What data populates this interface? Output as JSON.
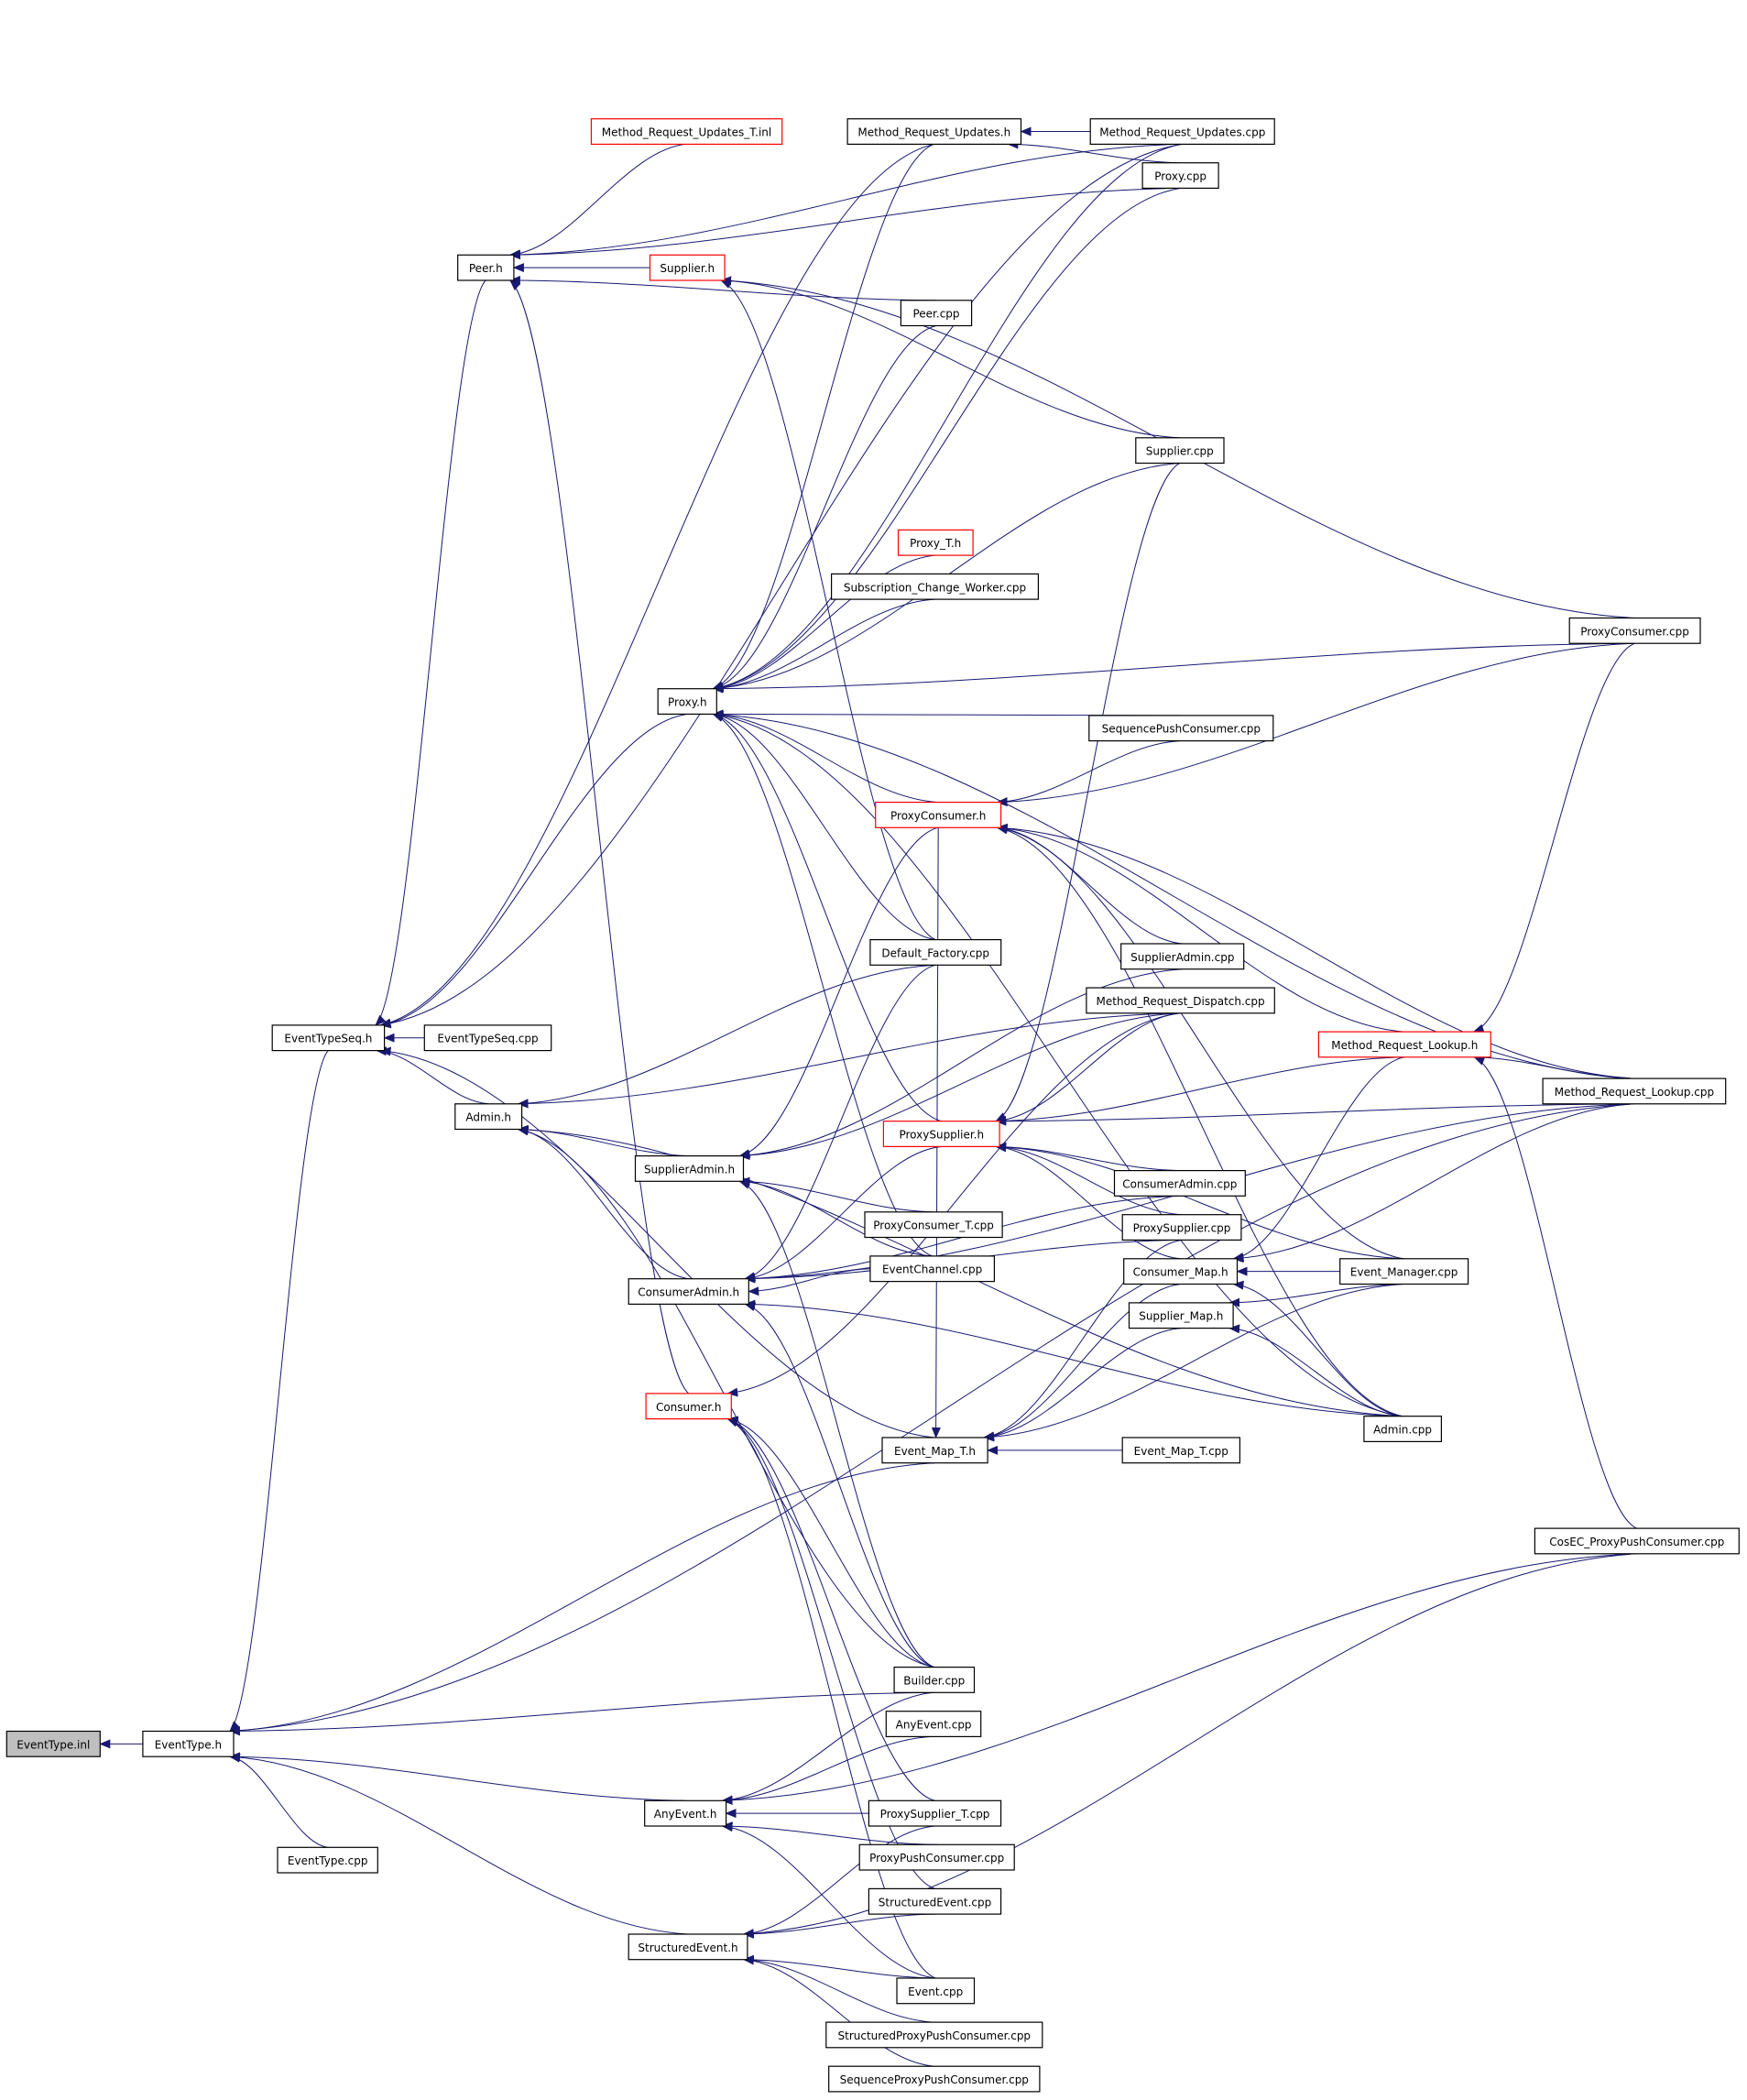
{
  "colors": {
    "edge": "#191970",
    "arrowhead": "#191970",
    "node_border": "#000000",
    "truncated_node_border": "#ff0000",
    "root_node_fill": "#bfbfbf",
    "background": "#ffffff"
  },
  "nodes": [
    {
      "id": "EventType.inl",
      "label": "EventType.inl",
      "style": "root"
    },
    {
      "id": "EventType.h",
      "label": "EventType.h",
      "style": "normal"
    },
    {
      "id": "EventType.cpp",
      "label": "EventType.cpp",
      "style": "normal"
    },
    {
      "id": "EventTypeSeq.h",
      "label": "EventTypeSeq.h",
      "style": "normal"
    },
    {
      "id": "EventTypeSeq.cpp",
      "label": "EventTypeSeq.cpp",
      "style": "normal"
    },
    {
      "id": "Peer.h",
      "label": "Peer.h",
      "style": "normal"
    },
    {
      "id": "Admin.h",
      "label": "Admin.h",
      "style": "normal"
    },
    {
      "id": "Method_Request_Updates_T.inl",
      "label": "Method_Request_Updates_T.inl",
      "style": "truncated"
    },
    {
      "id": "Supplier.h",
      "label": "Supplier.h",
      "style": "truncated"
    },
    {
      "id": "Method_Request_Updates.h",
      "label": "Method_Request_Updates.h",
      "style": "normal"
    },
    {
      "id": "Method_Request_Updates.cpp",
      "label": "Method_Request_Updates.cpp",
      "style": "normal"
    },
    {
      "id": "Proxy.cpp",
      "label": "Proxy.cpp",
      "style": "normal"
    },
    {
      "id": "Peer.cpp",
      "label": "Peer.cpp",
      "style": "normal"
    },
    {
      "id": "Supplier.cpp",
      "label": "Supplier.cpp",
      "style": "normal"
    },
    {
      "id": "Proxy_T.h",
      "label": "Proxy_T.h",
      "style": "truncated"
    },
    {
      "id": "Subscription_Change_Worker.cpp",
      "label": "Subscription_Change_Worker.cpp",
      "style": "normal"
    },
    {
      "id": "ProxyConsumer.cpp",
      "label": "ProxyConsumer.cpp",
      "style": "normal"
    },
    {
      "id": "Proxy.h",
      "label": "Proxy.h",
      "style": "normal"
    },
    {
      "id": "SequencePushConsumer.cpp",
      "label": "SequencePushConsumer.cpp",
      "style": "normal"
    },
    {
      "id": "ProxyConsumer.h",
      "label": "ProxyConsumer.h",
      "style": "truncated"
    },
    {
      "id": "Default_Factory.cpp",
      "label": "Default_Factory.cpp",
      "style": "normal"
    },
    {
      "id": "SupplierAdmin.cpp",
      "label": "SupplierAdmin.cpp",
      "style": "normal"
    },
    {
      "id": "Method_Request_Dispatch.cpp",
      "label": "Method_Request_Dispatch.cpp",
      "style": "normal"
    },
    {
      "id": "Method_Request_Lookup.h",
      "label": "Method_Request_Lookup.h",
      "style": "truncated"
    },
    {
      "id": "Method_Request_Lookup.cpp",
      "label": "Method_Request_Lookup.cpp",
      "style": "normal"
    },
    {
      "id": "ProxySupplier.h",
      "label": "ProxySupplier.h",
      "style": "truncated"
    },
    {
      "id": "SupplierAdmin.h",
      "label": "SupplierAdmin.h",
      "style": "normal"
    },
    {
      "id": "ConsumerAdmin.cpp",
      "label": "ConsumerAdmin.cpp",
      "style": "normal"
    },
    {
      "id": "ProxyConsumer_T.cpp",
      "label": "ProxyConsumer_T.cpp",
      "style": "normal"
    },
    {
      "id": "ProxySupplier.cpp",
      "label": "ProxySupplier.cpp",
      "style": "normal"
    },
    {
      "id": "ConsumerAdmin.h",
      "label": "ConsumerAdmin.h",
      "style": "normal"
    },
    {
      "id": "EventChannel.cpp",
      "label": "EventChannel.cpp",
      "style": "normal"
    },
    {
      "id": "Consumer_Map.h",
      "label": "Consumer_Map.h",
      "style": "normal"
    },
    {
      "id": "Event_Manager.cpp",
      "label": "Event_Manager.cpp",
      "style": "normal"
    },
    {
      "id": "Supplier_Map.h",
      "label": "Supplier_Map.h",
      "style": "normal"
    },
    {
      "id": "Consumer.h",
      "label": "Consumer.h",
      "style": "truncated"
    },
    {
      "id": "Admin.cpp",
      "label": "Admin.cpp",
      "style": "normal"
    },
    {
      "id": "Event_Map_T.h",
      "label": "Event_Map_T.h",
      "style": "normal"
    },
    {
      "id": "Event_Map_T.cpp",
      "label": "Event_Map_T.cpp",
      "style": "normal"
    },
    {
      "id": "CosEC_ProxyPushConsumer.cpp",
      "label": "CosEC_ProxyPushConsumer.cpp",
      "style": "normal"
    },
    {
      "id": "Builder.cpp",
      "label": "Builder.cpp",
      "style": "normal"
    },
    {
      "id": "AnyEvent.cpp",
      "label": "AnyEvent.cpp",
      "style": "normal"
    },
    {
      "id": "AnyEvent.h",
      "label": "AnyEvent.h",
      "style": "normal"
    },
    {
      "id": "ProxySupplier_T.cpp",
      "label": "ProxySupplier_T.cpp",
      "style": "normal"
    },
    {
      "id": "ProxyPushConsumer.cpp",
      "label": "ProxyPushConsumer.cpp",
      "style": "normal"
    },
    {
      "id": "StructuredEvent.cpp",
      "label": "StructuredEvent.cpp",
      "style": "normal"
    },
    {
      "id": "StructuredEvent.h",
      "label": "StructuredEvent.h",
      "style": "normal"
    },
    {
      "id": "Event.cpp",
      "label": "Event.cpp",
      "style": "normal"
    },
    {
      "id": "StructuredProxyPushConsumer.cpp",
      "label": "StructuredProxyPushConsumer.cpp",
      "style": "normal"
    },
    {
      "id": "SequenceProxyPushConsumer.cpp",
      "label": "SequenceProxyPushConsumer.cpp",
      "style": "normal"
    }
  ],
  "edges": [
    [
      "EventType.h",
      "EventType.inl"
    ],
    [
      "EventType.cpp",
      "EventType.h"
    ],
    [
      "EventTypeSeq.h",
      "EventType.h"
    ],
    [
      "Event_Map_T.h",
      "EventType.h"
    ],
    [
      "Builder.cpp",
      "EventType.h"
    ],
    [
      "AnyEvent.h",
      "EventType.h"
    ],
    [
      "StructuredEvent.h",
      "EventType.h"
    ],
    [
      "Method_Request_Lookup.cpp",
      "EventType.h"
    ],
    [
      "EventTypeSeq.cpp",
      "EventTypeSeq.h"
    ],
    [
      "Admin.h",
      "EventTypeSeq.h"
    ],
    [
      "Peer.h",
      "EventTypeSeq.h"
    ],
    [
      "Proxy.h",
      "EventTypeSeq.h"
    ],
    [
      "Method_Request_Updates.h",
      "EventTypeSeq.h"
    ],
    [
      "Method_Request_Updates.cpp",
      "EventTypeSeq.h"
    ],
    [
      "Event_Map_T.h",
      "EventTypeSeq.h"
    ],
    [
      "Method_Request_Updates_T.inl",
      "Peer.h"
    ],
    [
      "Supplier.h",
      "Peer.h"
    ],
    [
      "Peer.cpp",
      "Peer.h"
    ],
    [
      "Proxy.cpp",
      "Peer.h"
    ],
    [
      "Method_Request_Updates.cpp",
      "Peer.h"
    ],
    [
      "Consumer.h",
      "Peer.h"
    ],
    [
      "Method_Request_Updates.cpp",
      "Method_Request_Updates.h"
    ],
    [
      "Proxy.cpp",
      "Method_Request_Updates.h"
    ],
    [
      "Supplier.cpp",
      "Supplier.h"
    ],
    [
      "ProxyConsumer.cpp",
      "Supplier.h"
    ],
    [
      "Default_Factory.cpp",
      "Supplier.h"
    ],
    [
      "Method_Request_Updates.h",
      "Proxy.h"
    ],
    [
      "Method_Request_Updates.cpp",
      "Proxy.h"
    ],
    [
      "Proxy.cpp",
      "Proxy.h"
    ],
    [
      "Peer.cpp",
      "Proxy.h"
    ],
    [
      "Supplier.cpp",
      "Proxy.h"
    ],
    [
      "Proxy_T.h",
      "Proxy.h"
    ],
    [
      "Subscription_Change_Worker.cpp",
      "Proxy.h"
    ],
    [
      "ProxyConsumer.cpp",
      "Proxy.h"
    ],
    [
      "SequencePushConsumer.cpp",
      "Proxy.h"
    ],
    [
      "ProxyConsumer.h",
      "Proxy.h"
    ],
    [
      "Default_Factory.cpp",
      "Proxy.h"
    ],
    [
      "ProxySupplier.h",
      "Proxy.h"
    ],
    [
      "EventChannel.cpp",
      "Proxy.h"
    ],
    [
      "Admin.cpp",
      "Proxy.h"
    ],
    [
      "Method_Request_Lookup.cpp",
      "Proxy.h"
    ],
    [
      "SequencePushConsumer.cpp",
      "ProxyConsumer.h"
    ],
    [
      "ProxyConsumer.cpp",
      "ProxyConsumer.h"
    ],
    [
      "SupplierAdmin.cpp",
      "ProxyConsumer.h"
    ],
    [
      "Method_Request_Lookup.h",
      "ProxyConsumer.h"
    ],
    [
      "Method_Request_Lookup.cpp",
      "ProxyConsumer.h"
    ],
    [
      "Event_Manager.cpp",
      "ProxyConsumer.h"
    ],
    [
      "Admin.cpp",
      "ProxyConsumer.h"
    ],
    [
      "Method_Request_Lookup.cpp",
      "Method_Request_Lookup.h"
    ],
    [
      "ProxyConsumer.cpp",
      "Method_Request_Lookup.h"
    ],
    [
      "CosEC_ProxyPushConsumer.cpp",
      "Method_Request_Lookup.h"
    ],
    [
      "Method_Request_Dispatch.cpp",
      "ProxySupplier.h"
    ],
    [
      "ConsumerAdmin.cpp",
      "ProxySupplier.h"
    ],
    [
      "ProxySupplier.cpp",
      "ProxySupplier.h"
    ],
    [
      "Method_Request_Lookup.cpp",
      "ProxySupplier.h"
    ],
    [
      "Method_Request_Lookup.h",
      "ProxySupplier.h"
    ],
    [
      "Consumer_Map.h",
      "ProxySupplier.h"
    ],
    [
      "Event_Manager.cpp",
      "ProxySupplier.h"
    ],
    [
      "Supplier.cpp",
      "ProxySupplier.h"
    ],
    [
      "Event_Manager.cpp",
      "Consumer_Map.h"
    ],
    [
      "Admin.cpp",
      "Consumer_Map.h"
    ],
    [
      "Method_Request_Lookup.cpp",
      "Consumer_Map.h"
    ],
    [
      "Method_Request_Lookup.h",
      "Consumer_Map.h"
    ],
    [
      "Event_Manager.cpp",
      "Supplier_Map.h"
    ],
    [
      "Admin.cpp",
      "Supplier_Map.h"
    ],
    [
      "Event_Map_T.cpp",
      "Event_Map_T.h"
    ],
    [
      "Consumer_Map.h",
      "Event_Map_T.h"
    ],
    [
      "Supplier_Map.h",
      "Event_Map_T.h"
    ],
    [
      "ProxySupplier.cpp",
      "Event_Map_T.h"
    ],
    [
      "Event_Manager.cpp",
      "Event_Map_T.h"
    ],
    [
      "ProxyConsumer.h",
      "Event_Map_T.h"
    ],
    [
      "SupplierAdmin.h",
      "Admin.h"
    ],
    [
      "ConsumerAdmin.h",
      "Admin.h"
    ],
    [
      "Default_Factory.cpp",
      "Admin.h"
    ],
    [
      "Method_Request_Dispatch.cpp",
      "Admin.h"
    ],
    [
      "Admin.cpp",
      "Admin.h"
    ],
    [
      "Builder.cpp",
      "Admin.h"
    ],
    [
      "ProxyConsumer_T.cpp",
      "SupplierAdmin.h"
    ],
    [
      "EventChannel.cpp",
      "SupplierAdmin.h"
    ],
    [
      "Builder.cpp",
      "SupplierAdmin.h"
    ],
    [
      "ProxyConsumer.h",
      "SupplierAdmin.h"
    ],
    [
      "SupplierAdmin.cpp",
      "SupplierAdmin.h"
    ],
    [
      "Method_Request_Dispatch.cpp",
      "SupplierAdmin.h"
    ],
    [
      "EventChannel.cpp",
      "ConsumerAdmin.h"
    ],
    [
      "Builder.cpp",
      "ConsumerAdmin.h"
    ],
    [
      "ConsumerAdmin.cpp",
      "ConsumerAdmin.h"
    ],
    [
      "ProxySupplier.h",
      "ConsumerAdmin.h"
    ],
    [
      "Default_Factory.cpp",
      "ConsumerAdmin.h"
    ],
    [
      "Method_Request_Lookup.cpp",
      "ConsumerAdmin.h"
    ],
    [
      "Admin.cpp",
      "ConsumerAdmin.h"
    ],
    [
      "ProxySupplier.cpp",
      "ConsumerAdmin.h"
    ],
    [
      "Method_Request_Dispatch.cpp",
      "Consumer.h"
    ],
    [
      "ProxySupplier_T.cpp",
      "Consumer.h"
    ],
    [
      "StructuredEvent.cpp",
      "Consumer.h"
    ],
    [
      "Event.cpp",
      "Consumer.h"
    ],
    [
      "Builder.cpp",
      "Consumer.h"
    ],
    [
      "AnyEvent.cpp",
      "AnyEvent.h"
    ],
    [
      "Builder.cpp",
      "AnyEvent.h"
    ],
    [
      "ProxySupplier_T.cpp",
      "AnyEvent.h"
    ],
    [
      "ProxyPushConsumer.cpp",
      "AnyEvent.h"
    ],
    [
      "Event.cpp",
      "AnyEvent.h"
    ],
    [
      "CosEC_ProxyPushConsumer.cpp",
      "AnyEvent.h"
    ],
    [
      "StructuredEvent.cpp",
      "StructuredEvent.h"
    ],
    [
      "Event.cpp",
      "StructuredEvent.h"
    ],
    [
      "StructuredProxyPushConsumer.cpp",
      "StructuredEvent.h"
    ],
    [
      "SequenceProxyPushConsumer.cpp",
      "StructuredEvent.h"
    ],
    [
      "ProxySupplier_T.cpp",
      "StructuredEvent.h"
    ],
    [
      "CosEC_ProxyPushConsumer.cpp",
      "StructuredEvent.h"
    ]
  ]
}
